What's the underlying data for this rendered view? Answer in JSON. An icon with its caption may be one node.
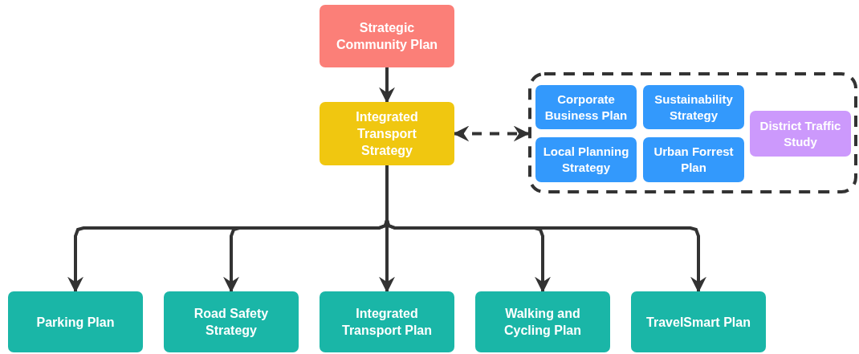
{
  "diagram": {
    "nodes": [
      {
        "text": [
          "Strategic Community Plan"
        ]
      },
      {
        "text": [
          "Integrated Transport Strategy"
        ]
      },
      {
        "text": [],
        "shape": "box"
      },
      {
        "text": [
          "Corporate Business Plan"
        ],
        "in": 2
      },
      {
        "text": [
          "Sustainability Strategy"
        ],
        "in": 2
      },
      {
        "text": [
          "Local Planning Strategy"
        ],
        "in": 2
      },
      {
        "text": [
          "Urban Forrest Plan"
        ],
        "in": 2
      },
      {
        "text": [
          "District Traffic Study"
        ],
        "in": 2
      },
      {
        "text": [
          "Parking Plan"
        ]
      },
      {
        "text": [
          "Road Safety Strategy"
        ]
      },
      {
        "text": [
          "Integrated Transport Plan"
        ]
      },
      {
        "text": [
          "Walking and Cycling Plan"
        ]
      },
      {
        "text": [
          "TravelSmart Plan"
        ]
      }
    ],
    "edges": [
      {
        "from": 0,
        "to": 1,
        "arrow": "to"
      },
      {
        "from": 1,
        "to": 2,
        "arrow": "both",
        "style": "dashed"
      },
      {
        "from": 1,
        "to": 8,
        "arrow": "to"
      },
      {
        "from": 1,
        "to": 9,
        "arrow": "to"
      },
      {
        "from": 1,
        "to": 10,
        "arrow": "to"
      },
      {
        "from": 1,
        "to": 11,
        "arrow": "to"
      },
      {
        "from": 1,
        "to": 12,
        "arrow": "to"
      }
    ]
  }
}
